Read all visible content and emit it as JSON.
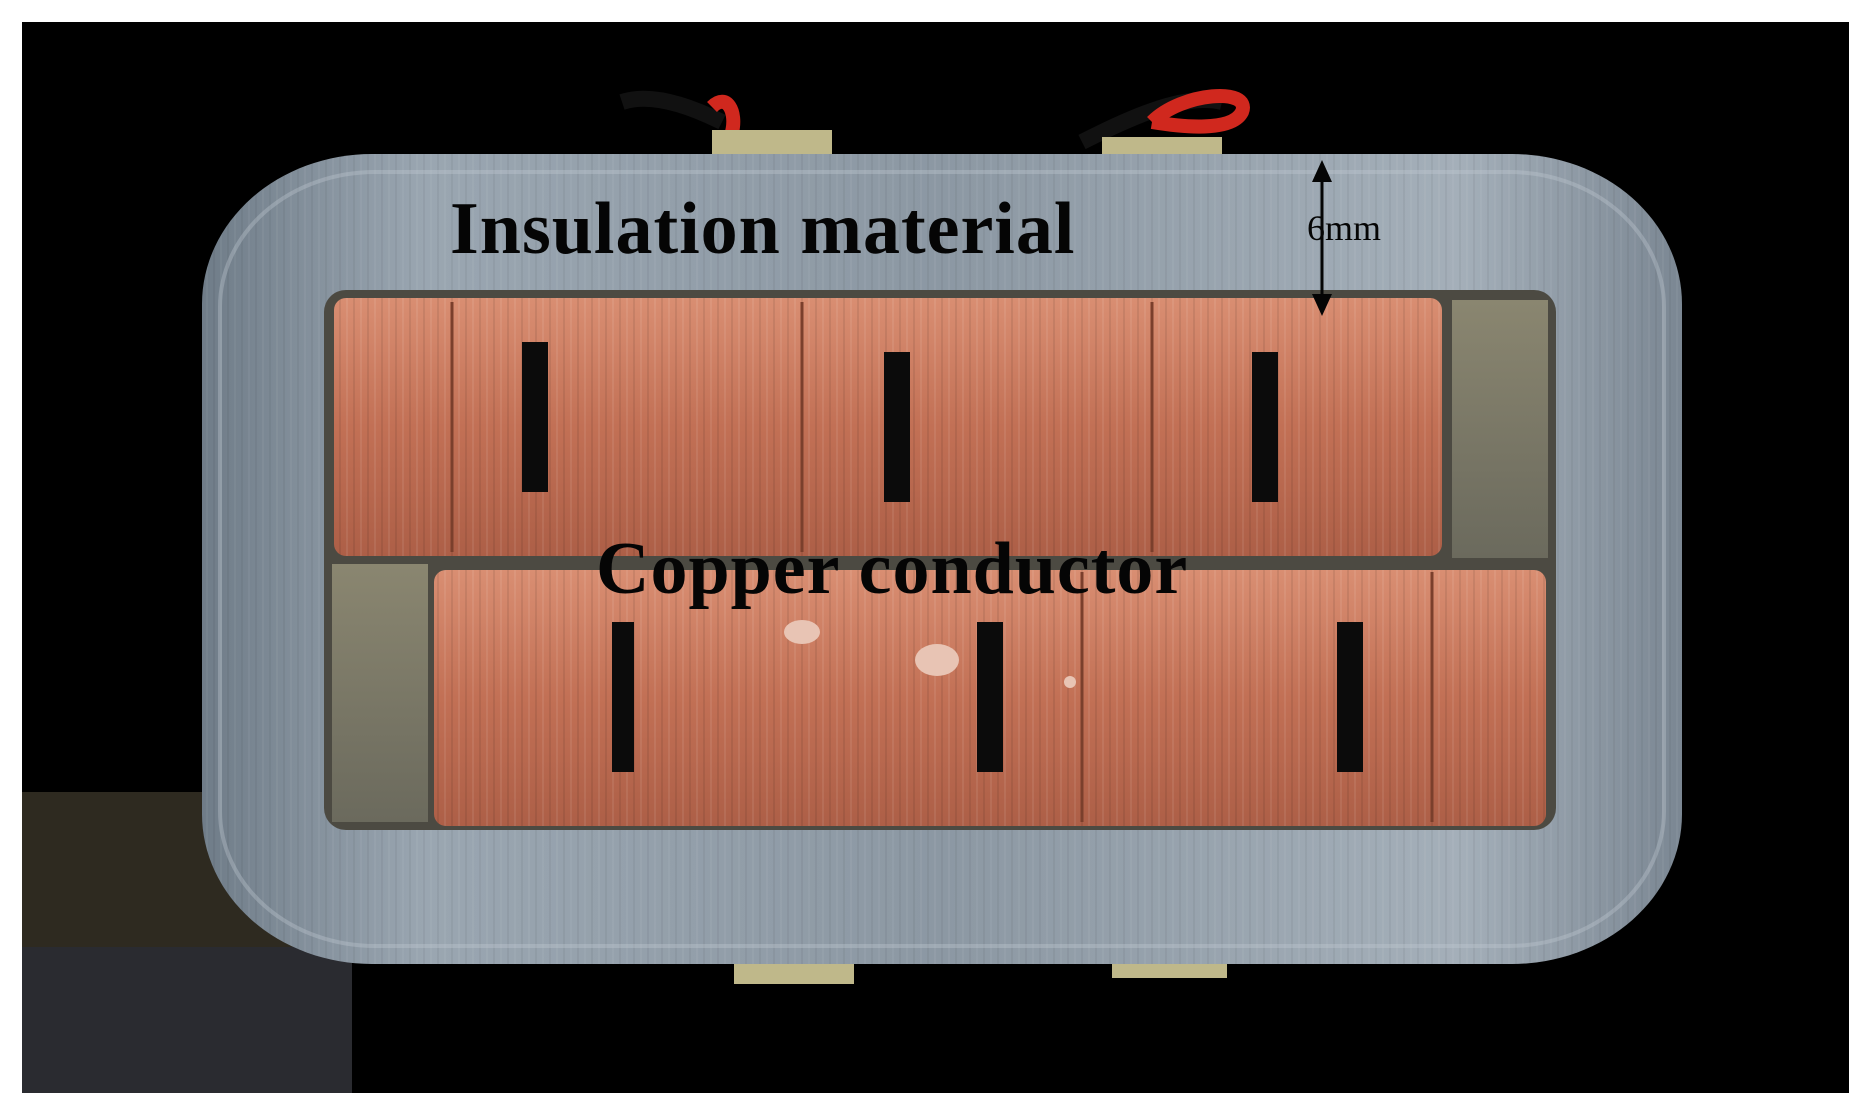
{
  "figure": {
    "labels": {
      "insulation": "Insulation material",
      "copper": "Copper conductor",
      "dimension": "6mm"
    }
  },
  "colors": {
    "background": "#000000",
    "insulation": "#8e9aa6",
    "copper": "#c9775d",
    "terminal": "#bfb88a",
    "wire_red": "#d0281e"
  }
}
